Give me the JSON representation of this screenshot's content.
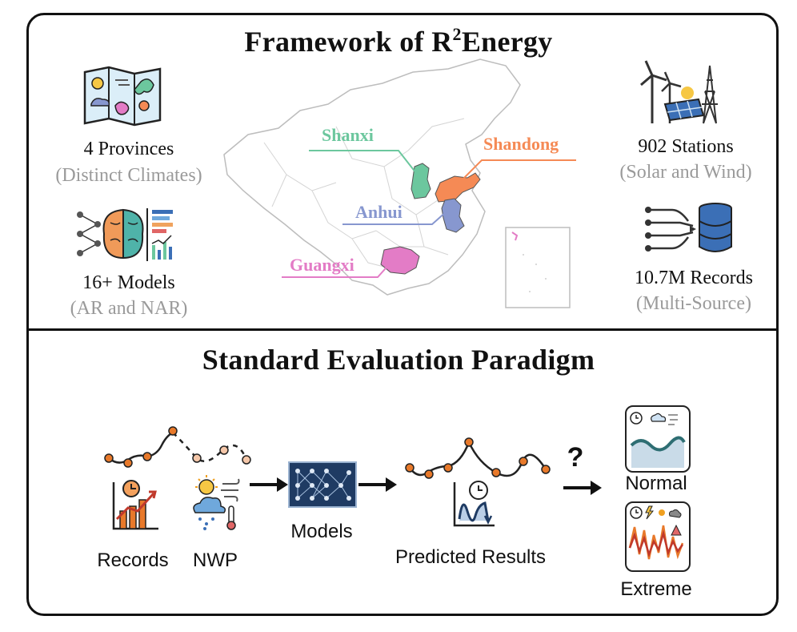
{
  "top": {
    "title_prefix": "Framework  of  R",
    "title_sup": "2",
    "title_suffix": "Energy",
    "stats": [
      {
        "main": "4 Provinces",
        "sub": "(Distinct Climates)"
      },
      {
        "main": "16+ Models",
        "sub": "(AR and NAR)"
      },
      {
        "main": "902 Stations",
        "sub": "(Solar and Wind)"
      },
      {
        "main": "10.7M Records",
        "sub": "(Multi-Source)"
      }
    ],
    "provinces": [
      {
        "name": "Shanxi",
        "color": "#6cc79e"
      },
      {
        "name": "Shandong",
        "color": "#f58a55"
      },
      {
        "name": "Anhui",
        "color": "#8797cf"
      },
      {
        "name": "Guangxi",
        "color": "#e37cc6"
      }
    ]
  },
  "bottom": {
    "title": "Standard Evaluation Paradigm",
    "labels": {
      "records": "Records",
      "nwp": "NWP",
      "models": "Models",
      "predicted": "Predicted Results",
      "question": "?",
      "normal": "Normal",
      "extreme": "Extreme"
    }
  },
  "colors": {
    "accent_orange": "#e8792a",
    "model_box": "#1f3b63"
  }
}
